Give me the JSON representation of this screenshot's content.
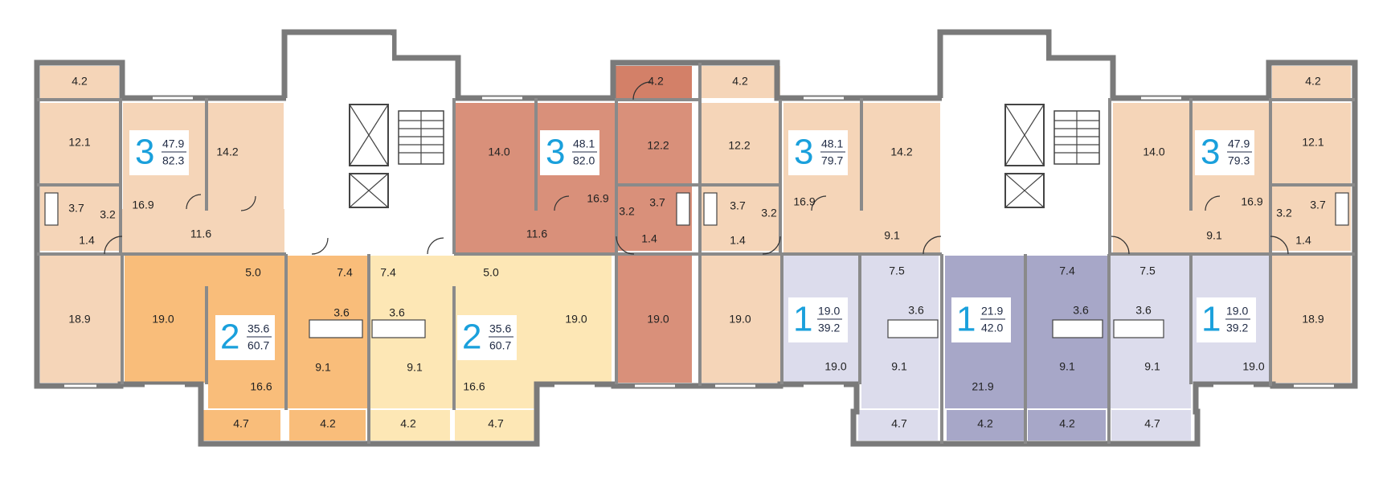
{
  "colors": {
    "apt_3_left": "#f5d5b8",
    "apt_3_red": "#d9907a",
    "apt_3_red_dark": "#d38068",
    "apt_2_left": "#f9bd7a",
    "apt_2_right": "#fde7b5",
    "apt_1_light": "#dcdcec",
    "apt_1_dark": "#a7a7c8",
    "balcony": "#f5d5b8",
    "wall": "#7a7a7a",
    "accent": "#1aa0dc"
  },
  "apartments": [
    {
      "rooms": "3",
      "living": "47.9",
      "total": "82.3"
    },
    {
      "rooms": "3",
      "living": "48.1",
      "total": "82.0"
    },
    {
      "rooms": "3",
      "living": "48.1",
      "total": "79.7"
    },
    {
      "rooms": "3",
      "living": "47.9",
      "total": "79.3"
    },
    {
      "rooms": "2",
      "living": "35.6",
      "total": "60.7"
    },
    {
      "rooms": "2",
      "living": "35.6",
      "total": "60.7"
    },
    {
      "rooms": "1",
      "living": "19.0",
      "total": "39.2"
    },
    {
      "rooms": "1",
      "living": "21.9",
      "total": "42.0"
    },
    {
      "rooms": "1",
      "living": "19.0",
      "total": "39.2"
    }
  ],
  "room_areas": [
    "4.2",
    "12.1",
    "14.2",
    "3.7",
    "3.2",
    "1.4",
    "16.9",
    "11.6",
    "18.9",
    "19.0",
    "5.0",
    "7.4",
    "3.6",
    "9.1",
    "16.6",
    "4.7",
    "4.2",
    "7.4",
    "5.0",
    "3.6",
    "9.1",
    "19.0",
    "16.6",
    "4.2",
    "4.7",
    "14.0",
    "16.9",
    "11.6",
    "4.2",
    "12.2",
    "3.2",
    "3.7",
    "1.4",
    "19.0",
    "4.2",
    "12.2",
    "3.7",
    "1.4",
    "3.2",
    "19.0",
    "16.9",
    "14.2",
    "9.1",
    "7.5",
    "3.6",
    "19.0",
    "9.1",
    "4.7",
    "21.9",
    "4.2",
    "7.4",
    "3.6",
    "9.1",
    "4.2",
    "14.0",
    "16.9",
    "9.1",
    "7.5",
    "3.6",
    "9.1",
    "4.7",
    "19.0",
    "4.2",
    "12.1",
    "3.2",
    "3.7",
    "1.4",
    "18.9"
  ]
}
